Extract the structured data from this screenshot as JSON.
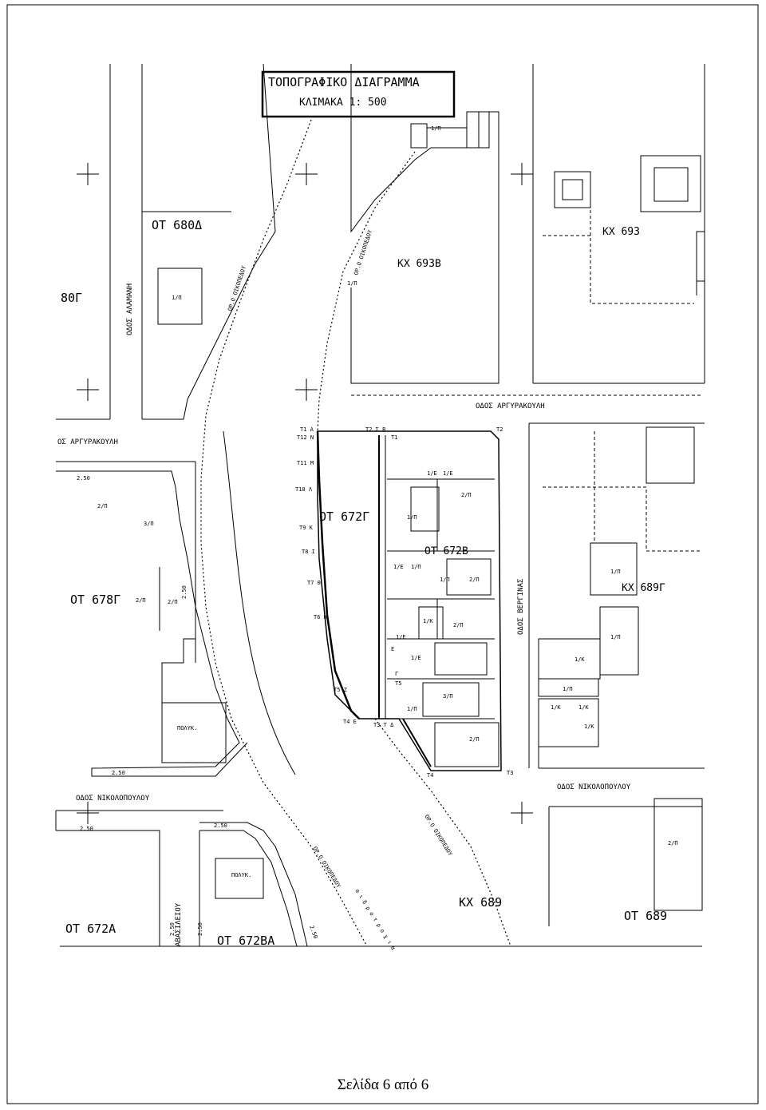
{
  "map": {
    "title": "ΤΟΠΟΓΡΑΦΙΚΟ ΔΙΑΓΡΑΜΜΑ",
    "scale": "ΚΛΙΜΑΚΑ 1: 500",
    "blocks": {
      "ot680d": "ΟΤ 680Δ",
      "kx693b": "ΚΧ 693Β",
      "kx693": "ΚΧ 693",
      "ot80g": "80Γ",
      "ot672g": "ΟΤ 672Γ",
      "ot672b": "ΟΤ 672Β",
      "ot678g": "ΟΤ 678Γ",
      "kx689g": "ΚΧ 689Γ",
      "ot672a": "ΟΤ 672Α",
      "ot672ba": "ΟΤ 672ΒΑ",
      "kx689": "ΚΧ 689",
      "ot689": "ΟΤ 689"
    },
    "streets": {
      "alamani": "ΟΔΟΣ ΑΛΑΜΑΝΗ",
      "argyrakouli_right": "ΟΔΟΣ ΑΡΓΥΡΑΚΟΥΛΗ",
      "argyrakouli_left": "ΟΣ ΑΡΓΥΡΑΚΟΥΛΗ",
      "verginas": "ΟΔΟΣ ΒΕΡΓΙΝΑΣ",
      "nikolopoulou_left": "ΟΔΟΣ ΝΙΚΟΛΟΠΟΥΛΟΥ",
      "nikolopoulou_right": "ΟΔΟΣ ΝΙΚΟΛΟΠΟΥΛΟΥ",
      "avasileiou": "ΑΒΑΣΙΛΕΙΟΥ"
    },
    "rail_labels": {
      "upper": "ΟΡ.Ο ΟΙΚΟΠΕΔΟΥ",
      "upper2": "ΟΡ.Ο ΟΙΚΟΠΕΔΟΥ",
      "lower": "ΟΡ.Ο ΟΙΚΟΠΕΔΟΥ",
      "lower2": "ΟΡ.Ο ΟΙΚΟΠΕΔΟΥ",
      "track": "σ ι δ ρ ο τ ρ ο χ ι α"
    },
    "units": {
      "u1": "1/Π",
      "u2": "1/Π",
      "u3": "1/Π",
      "u4": "2/Π",
      "u5": "3/Π",
      "u6": "2/Π",
      "u7": "1/Ε",
      "u8": "1/Ε",
      "u9": "2/Π",
      "u10": "1/Π",
      "u11": "1/Ε",
      "u12": "1/Π",
      "u13": "1/Π",
      "u14": "2/Π",
      "u15": "1/Κ",
      "u16": "2/Π",
      "u17": "1/Ε",
      "u18": "1/Ε",
      "u19": "3/Π",
      "u20": "1/Π",
      "u21": "2/Π",
      "u22": "1/Π",
      "u23": "1/Π",
      "u24": "1/Κ",
      "u25": "1/Π",
      "u26": "1/Κ",
      "u27": "1/Κ",
      "u28": "1/Κ",
      "u29": "2/Π",
      "u30": "2/Π",
      "polyk1": "ΠΟΛΥΚ.",
      "polyk2": "ΠΟΛΥΚ."
    },
    "widths": {
      "w1": "2.50",
      "w2": "2.50",
      "w3": "2.50",
      "w4": "2.50",
      "w5": "2.50",
      "w6": "2.50",
      "w7": "2.50",
      "w8": "2.50"
    },
    "points": {
      "t1a": "Τ1 Α",
      "t12n": "Τ12 Ν",
      "t2sb": "Τ2  Σ  Β",
      "t1": "Τ1",
      "t2": "Τ2",
      "t11m": "Τ11 Μ",
      "t10l": "Τ10 Λ",
      "t9k": "Τ9 Κ",
      "t8i": "Τ8 Ι",
      "t7th": "Τ7 Θ",
      "t6h": "Τ6 Η",
      "t5z": "Τ5 Ζ",
      "t4e": "Τ4    Ε",
      "t3td": "Τ3  Τ  Δ",
      "t5": "Τ5",
      "g": "Γ",
      "t4": "Τ4",
      "t3": "Τ3",
      "e": "Ε"
    }
  },
  "footer": {
    "page_label": "Σελίδα 6 από 6"
  }
}
